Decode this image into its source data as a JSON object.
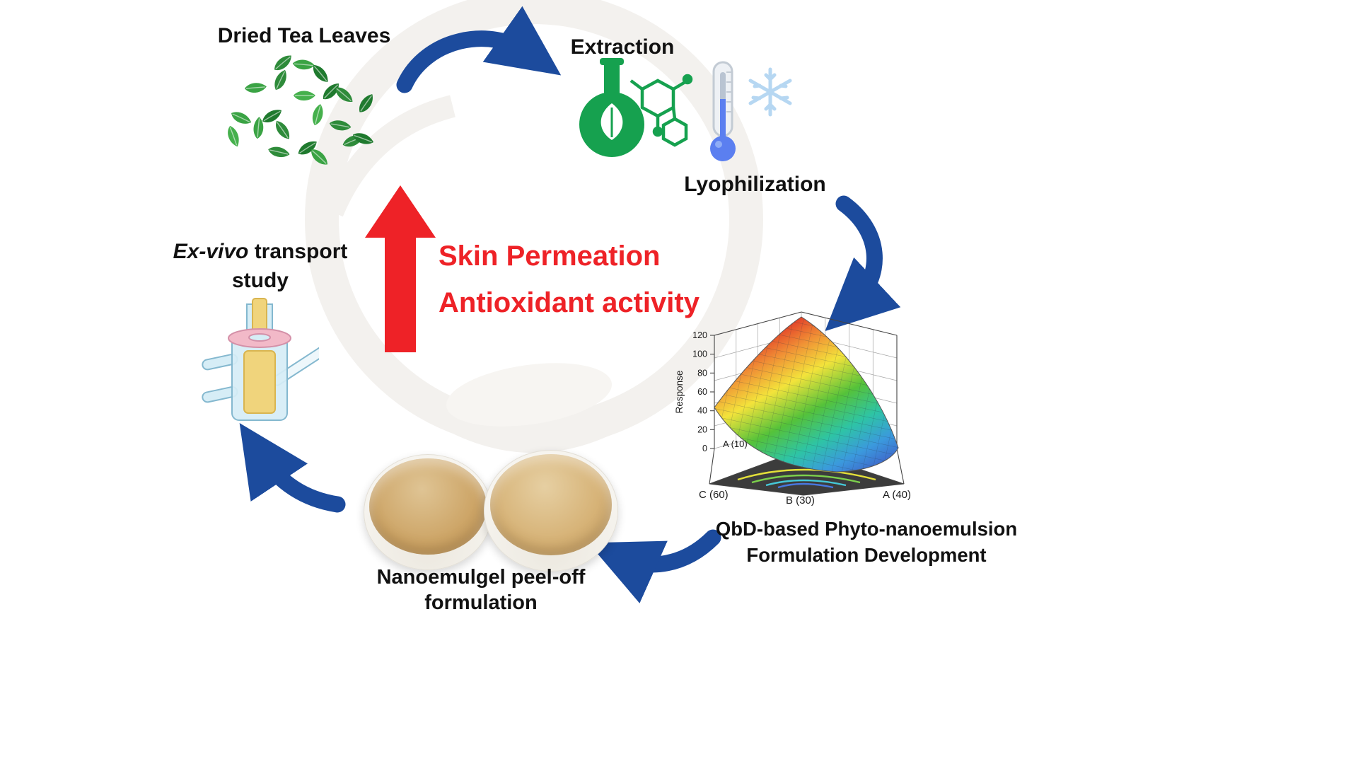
{
  "page": {
    "background": "#ffffff"
  },
  "nodes": {
    "dried_tea_leaves": {
      "label": "Dried Tea Leaves"
    },
    "extraction": {
      "label": "Extraction"
    },
    "lyophilization": {
      "label": "Lyophilization"
    },
    "qbd": {
      "line1": "QbD-based Phyto-nanoemulsion",
      "line2": "Formulation Development"
    },
    "nanoemulgel": {
      "line1": "Nanoemulgel peel-off",
      "line2": "formulation"
    },
    "exvivo": {
      "italic": "Ex-vivo",
      "rest": "transport",
      "line2": "study"
    },
    "center": {
      "line1": "Skin Permeation",
      "line2": "Antioxidant activity"
    }
  },
  "colors": {
    "arrow_blue": "#1c4b9d",
    "accent_red": "#ee2227",
    "leaf_green": "#2e8b3a",
    "flask_green": "#16a14f",
    "text_black": "#111111"
  },
  "chart_data": {
    "type": "surface3d",
    "zlabel": "Response",
    "z_ticks": [
      0,
      20,
      40,
      60,
      80,
      100,
      120
    ],
    "z_range": [
      0,
      120
    ],
    "corner_labels": {
      "left": "C (60)",
      "middle": "B (30)",
      "right": "A (40)",
      "inner": "A (10)"
    },
    "surface_summary": "Curved mixture-design response surface peaking near 120 (red) at the back vertex, descending through orange, yellow, green and cyan to ~0 (dark blue) at the A(40) corner; dark contour-projection plane underneath with yellow, green, cyan and blue contour bands",
    "colormap": [
      "#e23b28",
      "#f08f35",
      "#f3e33b",
      "#55c23a",
      "#2ec4a5",
      "#3b99dd",
      "#3f63c9"
    ]
  }
}
